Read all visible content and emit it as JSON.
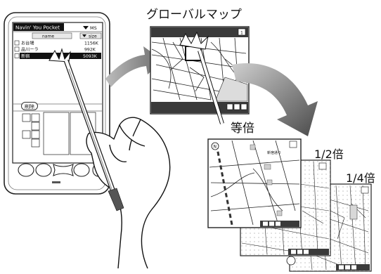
{
  "labels": {
    "global_map": "グローバルマップ",
    "scale_1x": "等倍",
    "scale_half": "1/2倍",
    "scale_quarter": "1/4倍"
  },
  "pda": {
    "app_title": "Navin' You Pocket",
    "dropdown": "MS",
    "col_name": "name",
    "col_size": "size",
    "rows": [
      {
        "name": "お台場",
        "size": "1156K"
      },
      {
        "name": "品川ーラ",
        "size": "992K"
      },
      {
        "name": "新宿",
        "size": "5093K"
      }
    ],
    "delete_label": "削除"
  },
  "maps": {
    "landmark_text": "新宿通り",
    "compass_glyph": "N"
  }
}
